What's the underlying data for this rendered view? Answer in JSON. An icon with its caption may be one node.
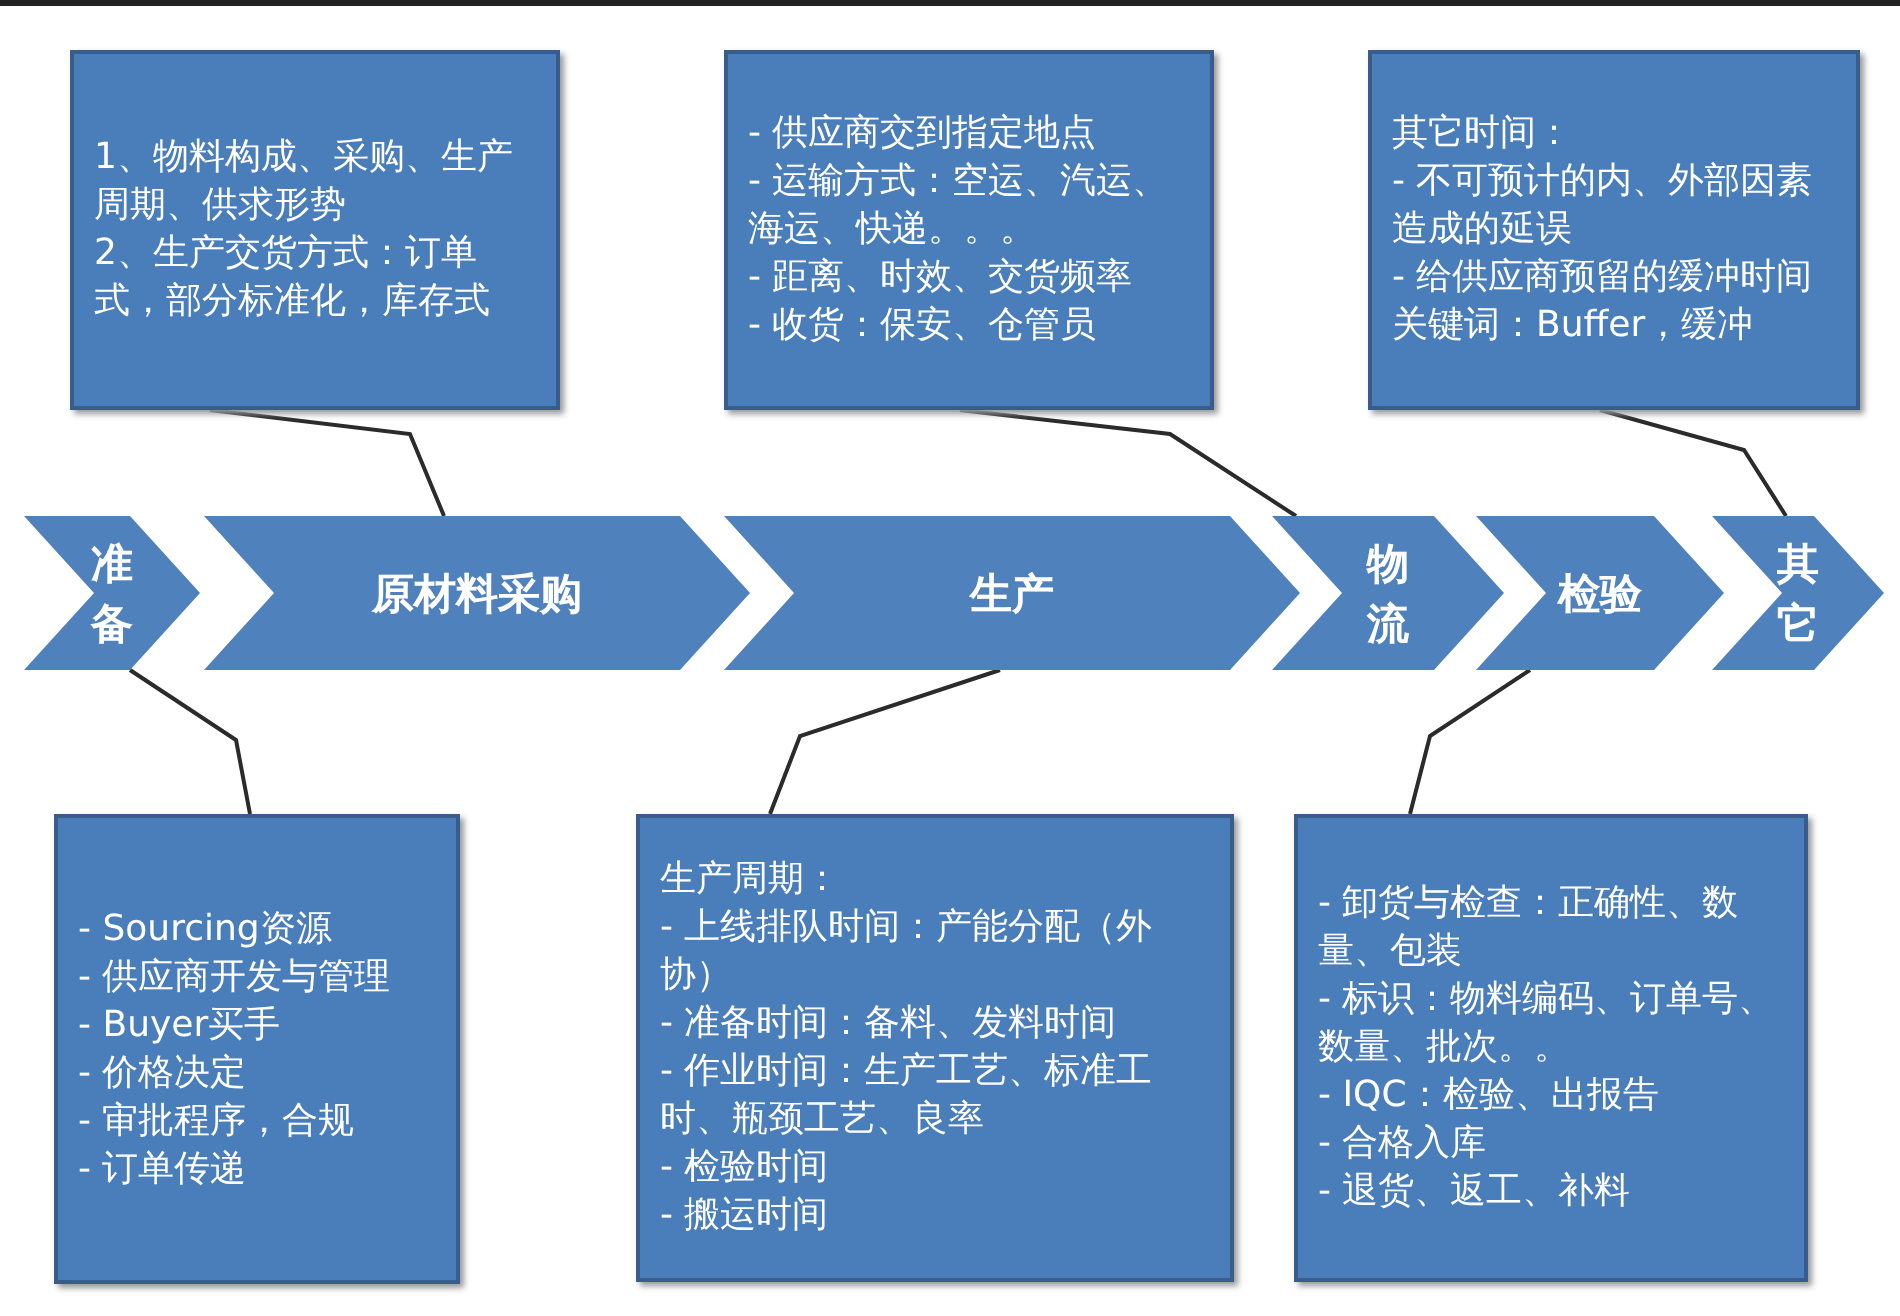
{
  "diagram": {
    "nodes": [
      {
        "text": [
          "准备"
        ]
      },
      {
        "text": [
          "原材料采购"
        ]
      },
      {
        "text": [
          "生产"
        ]
      },
      {
        "text": [
          "物流"
        ]
      },
      {
        "text": [
          "检验"
        ]
      },
      {
        "text": [
          "其它"
        ]
      },
      {
        "text": [
          "1、物料构成、采购、生产周期、供求形势",
          "2、生产交货方式：订单式，部分标准化，库存式"
        ]
      },
      {
        "text": [
          "- 供应商交到指定地点",
          "- 运输方式：空运、汽运、海运、快递。。。",
          "- 距离、时效、交货频率",
          "- 收货：保安、仓管员"
        ]
      },
      {
        "text": [
          "其它时间：",
          "- 不可预计的内、外部因素造成的延误",
          "- 给供应商预留的缓冲时间",
          "关键词：Buffer，缓冲"
        ]
      },
      {
        "text": [
          "- Sourcing资源",
          "- 供应商开发与管理",
          "- Buyer买手",
          "- 价格决定",
          "- 审批程序，合规",
          "- 订单传递"
        ]
      },
      {
        "text": [
          "生产周期：",
          "- 上线排队时间：产能分配（外协）",
          "- 准备时间：备料、发料时间",
          "- 作业时间：生产工艺、标准工时、瓶颈工艺、良率",
          "- 检验时间",
          "- 搬运时间"
        ]
      },
      {
        "text": [
          "- 卸货与检查：正确性、数量、包装",
          "- 标识：物料编码、订单号、数量、批次。。",
          "- IQC：检验、出报告",
          "- 合格入库",
          "- 退货、返工、补料"
        ]
      }
    ],
    "edges": [
      {
        "from": 6,
        "to": 1,
        "arrow": "none"
      },
      {
        "from": 7,
        "to": 3,
        "arrow": "none"
      },
      {
        "from": 8,
        "to": 5,
        "arrow": "none"
      },
      {
        "from": 9,
        "to": 0,
        "arrow": "none"
      },
      {
        "from": 10,
        "to": 2,
        "arrow": "none"
      },
      {
        "from": 11,
        "to": 4,
        "arrow": "none"
      }
    ]
  }
}
